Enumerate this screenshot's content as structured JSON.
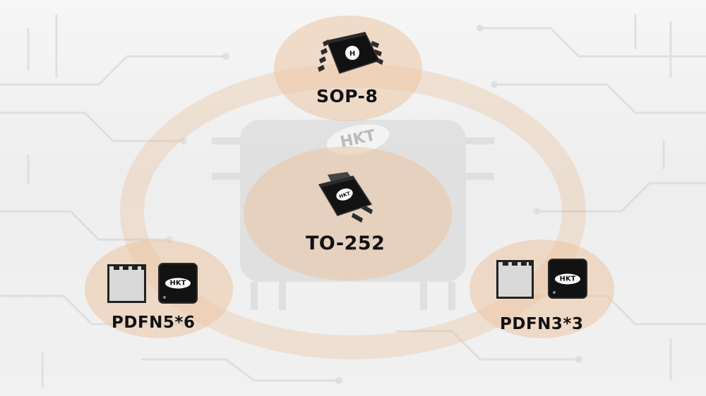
{
  "packages": {
    "sop8": {
      "label": "SOP-8",
      "icon": "sop8-chip-icon"
    },
    "to252": {
      "label": "TO-252",
      "icon": "to252-chip-icon"
    },
    "pdfn56": {
      "label": "PDFN5*6",
      "icon": "pdfn-chip-icon"
    },
    "pdfn33": {
      "label": "PDFN3*3",
      "icon": "pdfn-chip-icon"
    }
  },
  "logos": {
    "chip_marking": "HKT",
    "background_marking": "HKT"
  },
  "colors": {
    "accent": "#e7ae81",
    "blob": "#ebc3a0",
    "chip": "#121212",
    "background": "#f3f3f3"
  }
}
